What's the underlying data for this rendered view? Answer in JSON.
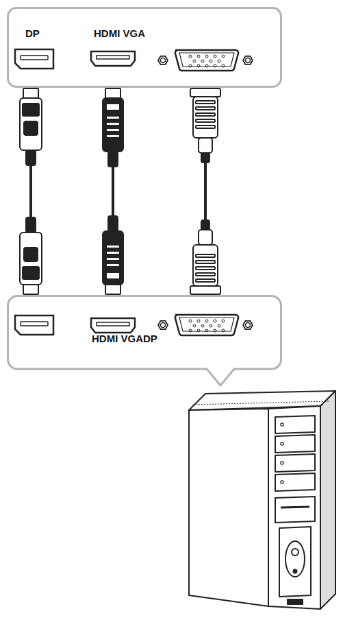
{
  "diagram": {
    "nodes": [
      {
        "text": [
          "DP",
          "HDMI VGA"
        ]
      },
      {
        "text": [
          "HDMI VGADP"
        ]
      }
    ],
    "edges": [
      {
        "from": 0,
        "to": 1,
        "arrow": "none"
      },
      {
        "from": 0,
        "to": 1,
        "arrow": "none"
      },
      {
        "from": 0,
        "to": 1,
        "arrow": "none"
      }
    ]
  }
}
